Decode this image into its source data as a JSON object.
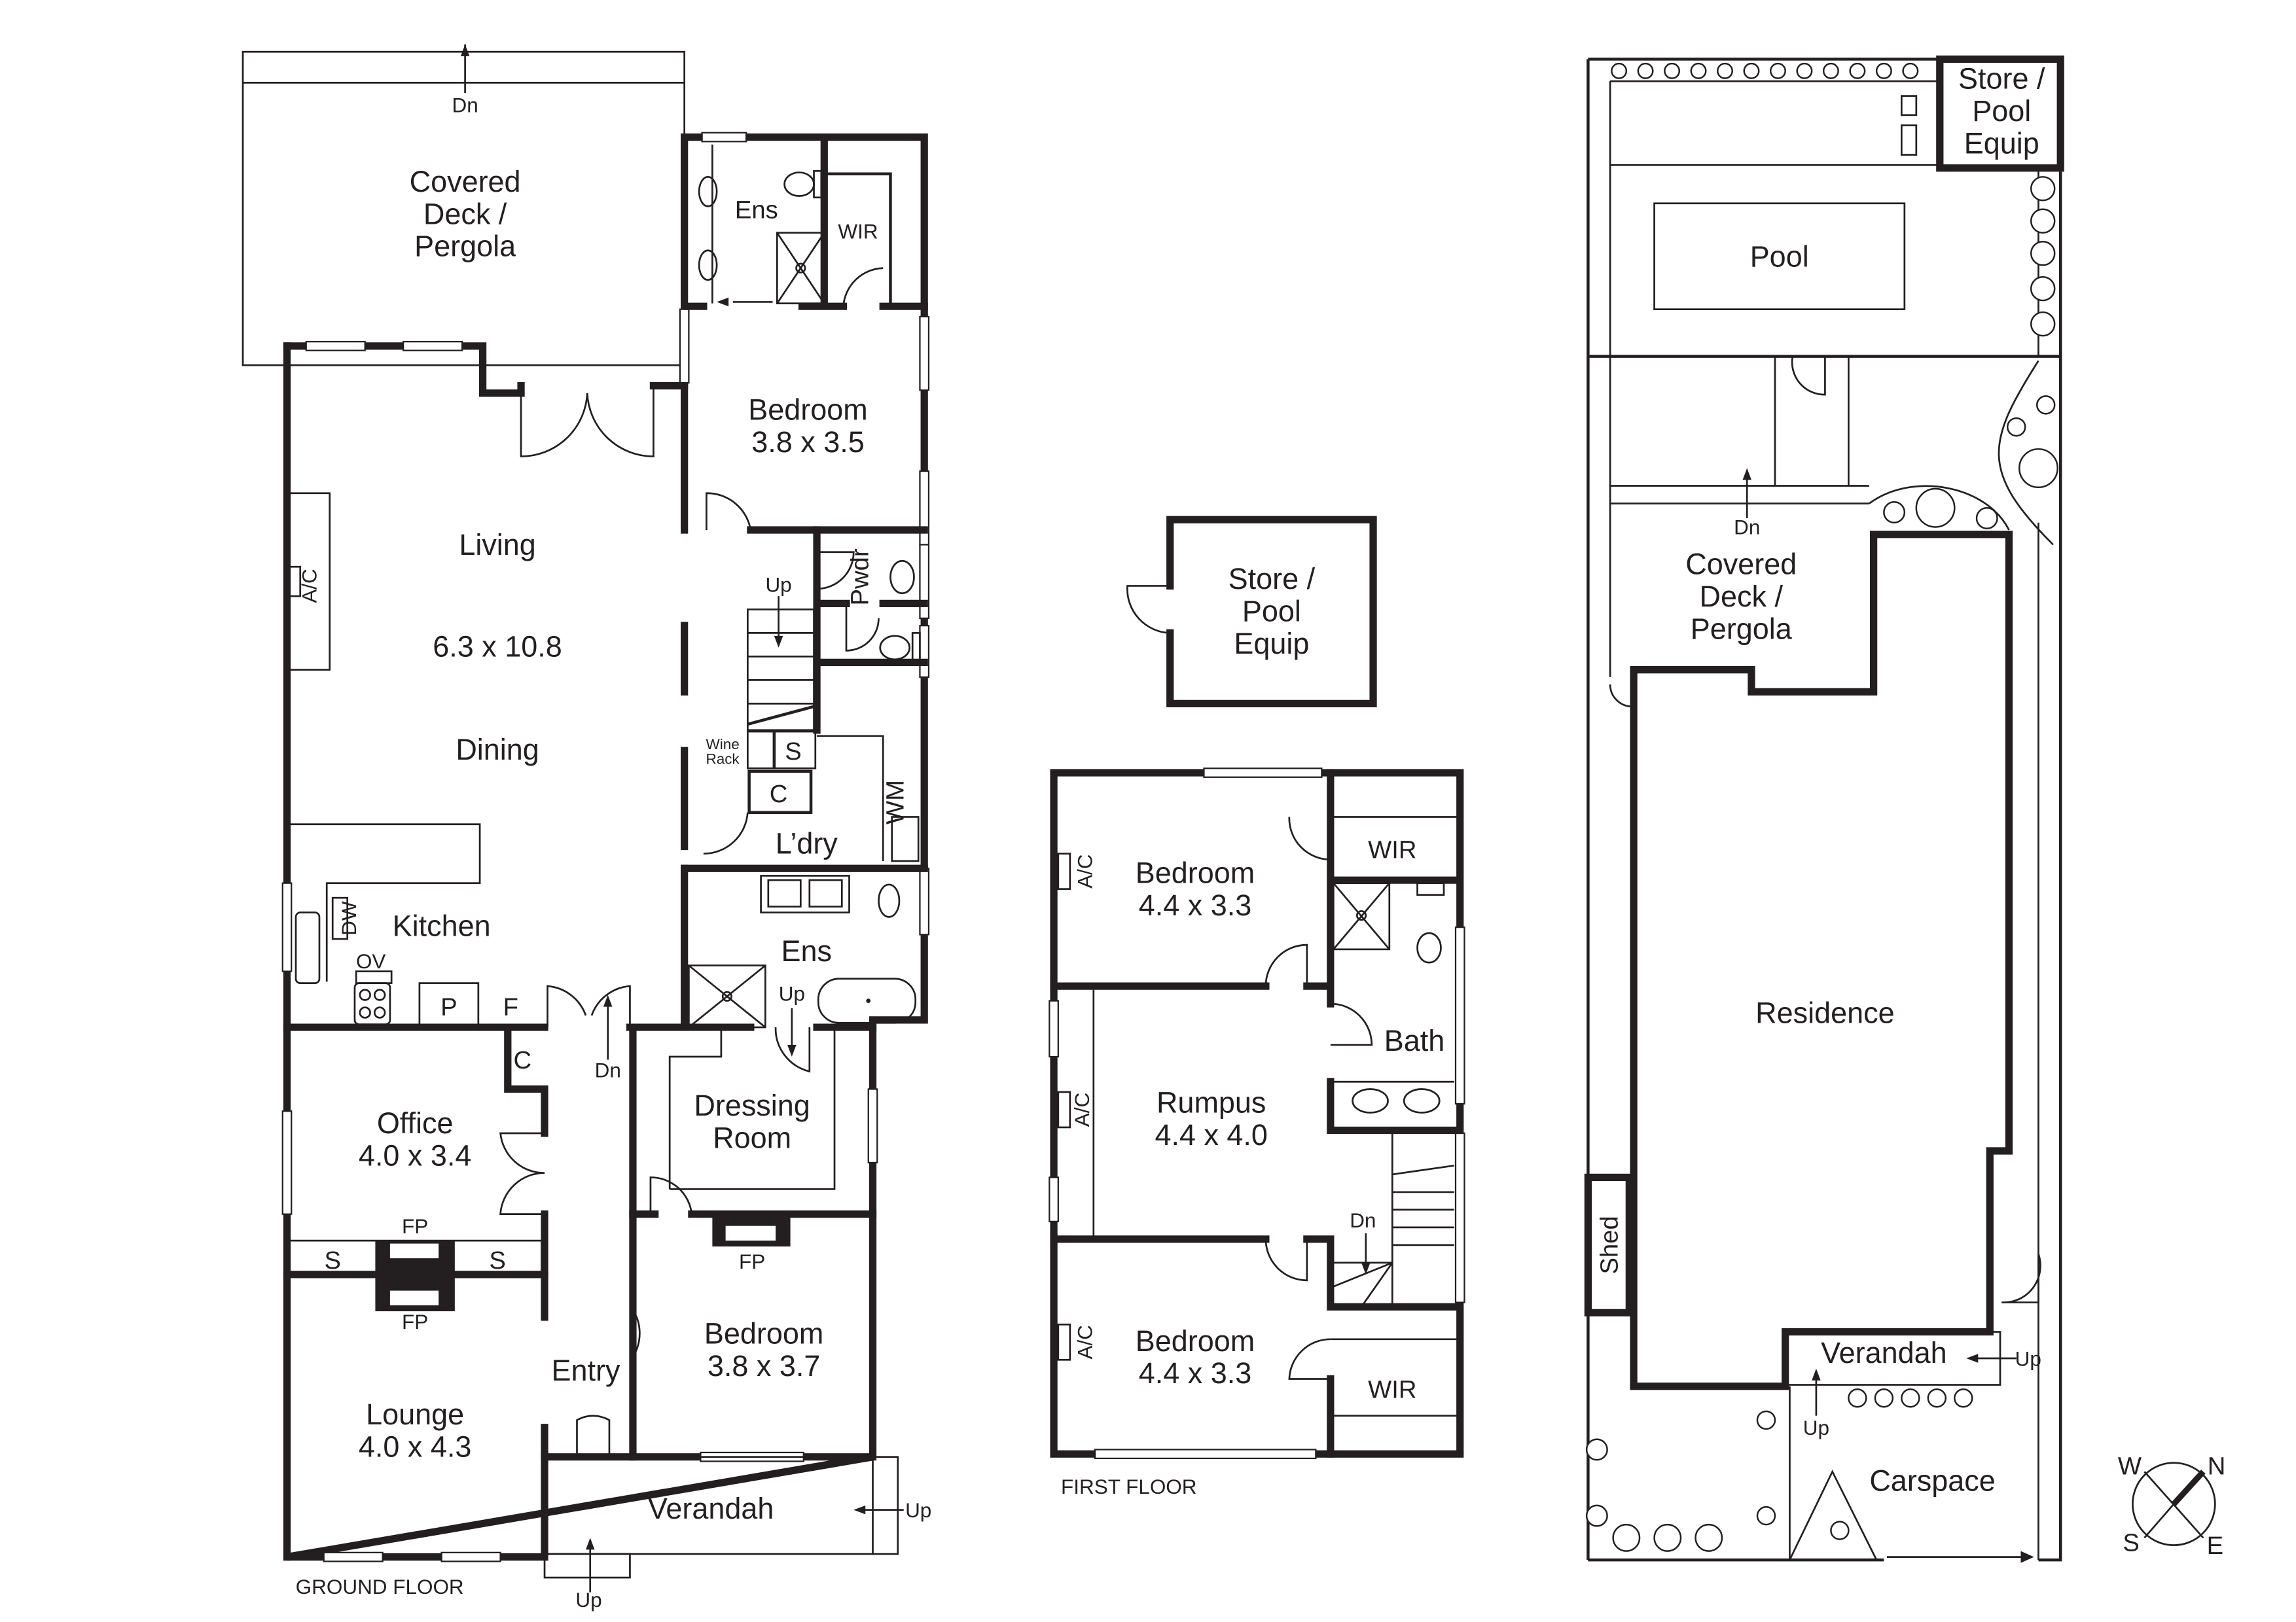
{
  "ground_floor": {
    "caption": "GROUND FLOOR",
    "rooms": {
      "covered_deck": {
        "line1": "Covered",
        "line2": "Deck /",
        "line3": "Pergola",
        "stair": "Dn"
      },
      "ensuite_upper": {
        "label": "Ens"
      },
      "wir": {
        "label": "WIR"
      },
      "bedroom_rear": {
        "label": "Bedroom",
        "size": "3.8 x 3.5"
      },
      "living": {
        "label": "Living",
        "size": "6.3 x 10.8",
        "ac": "A/C"
      },
      "dining": {
        "label": "Dining"
      },
      "powder": {
        "label": "Pwdr"
      },
      "stairs": {
        "label": "Up"
      },
      "wine_rack": {
        "line1": "Wine",
        "line2": "Rack"
      },
      "storage_s": {
        "label": "S"
      },
      "cupboard_c": {
        "label": "C"
      },
      "washing_machine": {
        "label": "WM"
      },
      "laundry": {
        "label": "L’dry"
      },
      "kitchen": {
        "label": "Kitchen",
        "dishwasher": "DW",
        "oven": "OV",
        "pantry": "P",
        "fridge": "F"
      },
      "ensuite_main": {
        "label": "Ens",
        "step": "Up"
      },
      "hall_step": {
        "label": "Dn"
      },
      "office_cupboard": {
        "label": "C"
      },
      "office": {
        "label": "Office",
        "size": "4.0 x 3.4"
      },
      "fireplace_office": {
        "label": "FP"
      },
      "fireplace_lounge": {
        "label": "FP"
      },
      "shelf_left": {
        "label": "S"
      },
      "shelf_right": {
        "label": "S"
      },
      "dressing_room": {
        "line1": "Dressing",
        "line2": "Room"
      },
      "fireplace_bedroom": {
        "label": "FP"
      },
      "bedroom_front": {
        "label": "Bedroom",
        "size": "3.8 x 3.7"
      },
      "entry": {
        "label": "Entry"
      },
      "lounge": {
        "label": "Lounge",
        "size": "4.0 x 4.3"
      },
      "verandah": {
        "label": "Verandah",
        "step_side": "Up",
        "step_front": "Up"
      }
    }
  },
  "outbuilding": {
    "line1": "Store /",
    "line2": "Pool",
    "line3": "Equip"
  },
  "first_floor": {
    "caption": "FIRST FLOOR",
    "rooms": {
      "bedroom_rear": {
        "label": "Bedroom",
        "size": "4.4 x 3.3",
        "ac": "A/C"
      },
      "wir_rear": {
        "label": "WIR"
      },
      "bath": {
        "label": "Bath"
      },
      "rumpus": {
        "label": "Rumpus",
        "size": "4.4 x 4.0",
        "ac": "A/C"
      },
      "stairs": {
        "label": "Dn"
      },
      "bedroom_front": {
        "label": "Bedroom",
        "size": "4.4 x 3.3",
        "ac": "A/C"
      },
      "wir_front": {
        "label": "WIR"
      }
    }
  },
  "site_plan": {
    "store": {
      "line1": "Store /",
      "line2": "Pool",
      "line3": "Equip"
    },
    "pool": {
      "label": "Pool"
    },
    "covered_deck": {
      "line1": "Covered",
      "line2": "Deck /",
      "line3": "Pergola",
      "stair": "Dn"
    },
    "residence": {
      "label": "Residence"
    },
    "shed": {
      "label": "Shed"
    },
    "verandah": {
      "label": "Verandah",
      "step_side": "Up",
      "step_front": "Up"
    },
    "carspace": {
      "label": "Carspace"
    }
  },
  "compass": {
    "n": "N",
    "s": "S",
    "e": "E",
    "w": "W"
  }
}
